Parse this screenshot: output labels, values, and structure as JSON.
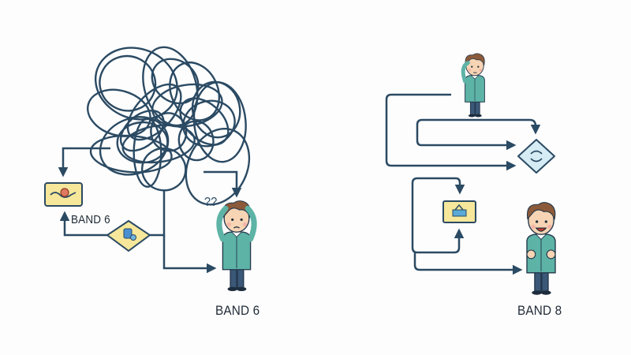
{
  "left_panel": {
    "box_label": "BAND 6",
    "person_label": "BAND 6",
    "confused_marks": "??"
  },
  "right_panel": {
    "person_label": "BAND 8"
  },
  "colors": {
    "line": "#2b4a63",
    "shirt": "#5db3a6",
    "pants": "#3b5878",
    "hair": "#8b5a3a",
    "skin": "#f7d4b4",
    "yellow_box": "#f6e79a",
    "blue_diamond": "#d6ecf5"
  },
  "icons": [
    "tangled-lines",
    "warning-card-icon",
    "decision-diamond-icon",
    "refresh-diamond-icon",
    "gift-card-icon",
    "confused-person",
    "thinking-person",
    "happy-person"
  ]
}
